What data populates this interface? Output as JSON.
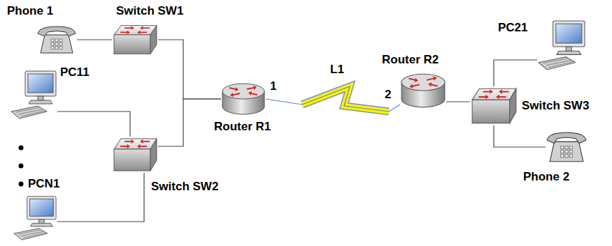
{
  "diagram": {
    "nodes": [
      {
        "text": [
          "Phone 1"
        ]
      },
      {
        "text": [
          "Switch SW1"
        ]
      },
      {
        "text": [
          "PC11"
        ]
      },
      {
        "text": [
          "PCN1"
        ]
      },
      {
        "text": [
          "Switch SW2"
        ]
      },
      {
        "text": [
          "Router R1"
        ]
      },
      {
        "text": [
          "Router R2"
        ]
      },
      {
        "text": [
          "Switch SW3"
        ]
      },
      {
        "text": [
          "PC21"
        ]
      },
      {
        "text": [
          "Phone 2"
        ]
      }
    ],
    "edges": [
      {
        "from": 0,
        "to": 1,
        "arrow": "none"
      },
      {
        "from": 2,
        "to": 4,
        "arrow": "none"
      },
      {
        "from": 3,
        "to": 4,
        "arrow": "none"
      },
      {
        "from": 1,
        "to": 5,
        "arrow": "none"
      },
      {
        "from": 4,
        "to": 5,
        "arrow": "none"
      },
      {
        "from": 5,
        "to": 6,
        "arrow": "none",
        "label": "L1"
      },
      {
        "from": 6,
        "to": 7,
        "arrow": "none"
      },
      {
        "from": 7,
        "to": 8,
        "arrow": "none"
      },
      {
        "from": 7,
        "to": 9,
        "arrow": "none"
      }
    ],
    "labels": [
      "1",
      "2"
    ]
  }
}
